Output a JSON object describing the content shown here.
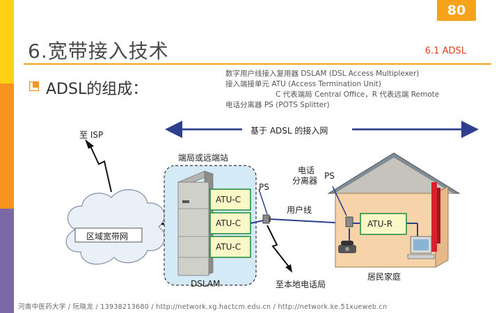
{
  "page_number": "80",
  "title": "6.宽带接入技术",
  "section": "6.1 ADSL",
  "bullet": "ADSL的组成：",
  "notes": [
    "数字用户线接入复用器 DSLAM (DSL Access Multiplexer)",
    "接入端接单元 ATU (Access Termination Unit)",
    "C 代表端局 Central Office，R 代表远端 Remote",
    "电话分离器 PS (POTS Splitter)"
  ],
  "diagram": {
    "to_isp": "至 ISP",
    "adsl_network": "基于 ADSL 的接入网",
    "office_label": "端局或远端站",
    "ps_left": "PS",
    "splitter_line1": "电话",
    "splitter_line2": "分离器",
    "ps_right": "PS",
    "atu_c": [
      "ATU-C",
      "ATU-C",
      "ATU-C"
    ],
    "subscriber_line": "用户线",
    "atu_r": "ATU-R",
    "regional_network": "区域宽带网",
    "dslam": "DSLAM",
    "to_local_phone": "至本地电话局",
    "home": "居民家庭"
  },
  "footer": "河南中医药大学 / 阮晓龙 / 13938213680 / http://network.xg.hactcm.edu.cn / http://network.ke.51xueweb.cn",
  "colors": {
    "accent_orange": "#f7a21b",
    "left_bar_yellow": "#fcd116",
    "left_bar_orange": "#f7941d",
    "left_bar_purple": "#7b68a6",
    "atu_fill": "#fbf7c6",
    "atu_border": "#1a8a3a",
    "network_blue": "#2e3f8f"
  }
}
